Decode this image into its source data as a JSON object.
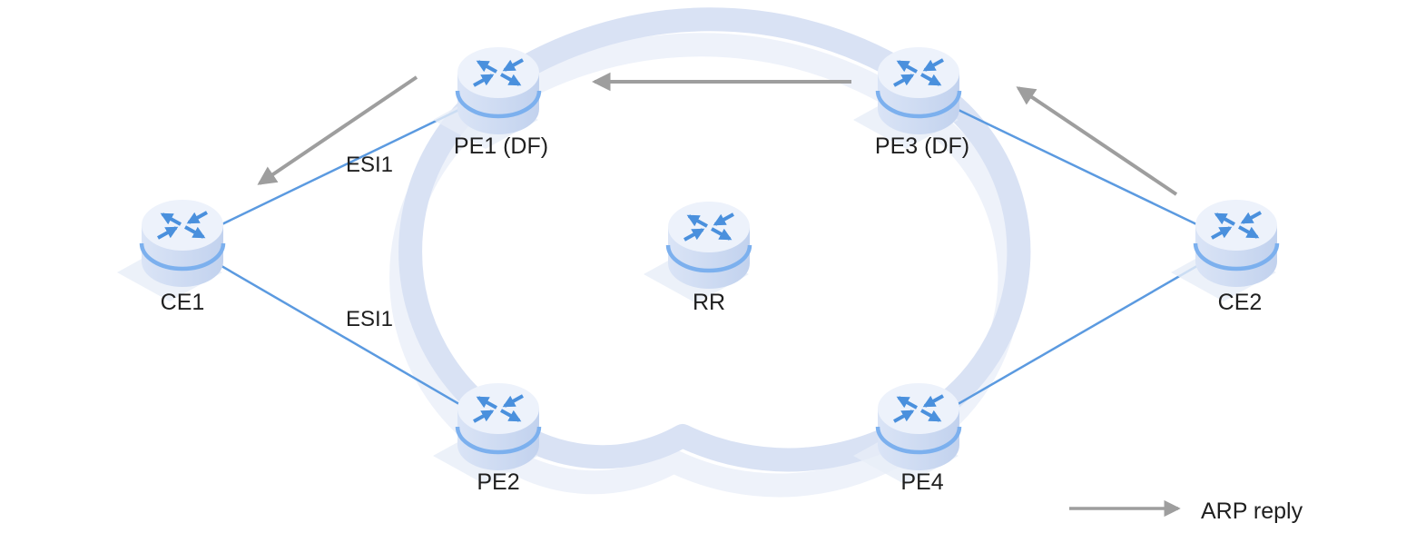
{
  "diagram": {
    "nodes": {
      "ce1": {
        "label": "CE1"
      },
      "pe1": {
        "label": "PE1 (DF)"
      },
      "pe2": {
        "label": "PE2"
      },
      "rr": {
        "label": "RR"
      },
      "pe3": {
        "label": "PE3 (DF)"
      },
      "pe4": {
        "label": "PE4"
      },
      "ce2": {
        "label": "CE2"
      }
    },
    "links": {
      "ce1_pe1": {
        "label": "ESI1"
      },
      "ce1_pe2": {
        "label": "ESI1"
      }
    },
    "legend": {
      "arrow_label": "ARP reply"
    }
  },
  "colors": {
    "cloud": "#d9e2f4",
    "cloud_shadow": "#eef2fa",
    "link": "#5b9ae0",
    "arrow": "#9e9e9e",
    "text": "#1f1f1f",
    "router_top": "#edf2fb",
    "router_stripe": "#7cb0ee",
    "router_arrow": "#4a90dd",
    "router_shadow": "#e7edf8"
  }
}
